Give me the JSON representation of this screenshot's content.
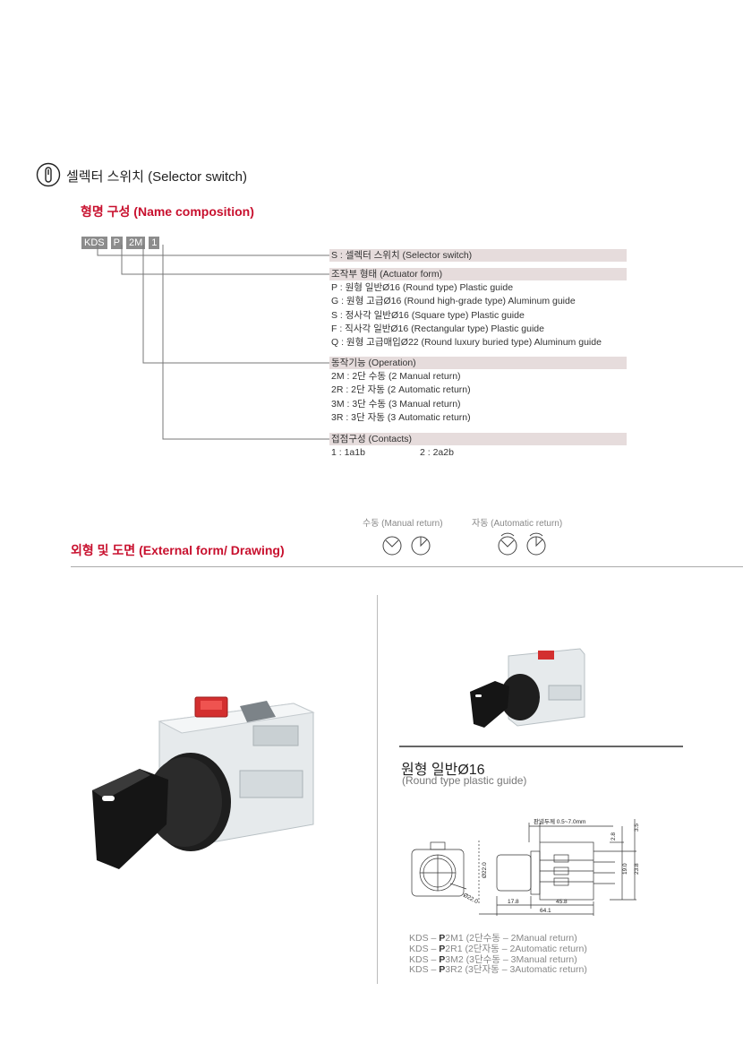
{
  "header": {
    "title": "셀렉터 스위치 (Selector switch)",
    "icon": "selector-switch-icon"
  },
  "name_composition": {
    "heading": "형명 구성 (Name composition)",
    "code_parts": [
      "KDS",
      "P",
      "2M",
      "1"
    ],
    "groups": [
      {
        "band": "S : 셀렉터 스위치 (Selector switch)",
        "options": []
      },
      {
        "band": "조작부 형태 (Actuator form)",
        "options": [
          "P : 원형 일반Ø16 (Round type) Plastic guide",
          "G : 원형 고급Ø16 (Round high-grade type) Aluminum guide",
          "S : 정사각 일반Ø16 (Square type) Plastic guide",
          "F : 직사각 일반Ø16 (Rectangular type) Plastic guide",
          "Q : 원형 고급매입Ø22 (Round luxury buried type) Aluminum guide"
        ]
      },
      {
        "band": "동작기능 (Operation)",
        "options": [
          "2M : 2단 수동 (2 Manual return)",
          "2R : 2단 자동 (2 Automatic return)",
          "3M : 3단 수동 (3 Manual return)",
          "3R : 3단 자동 (3 Automatic return)"
        ]
      },
      {
        "band": "접점구성 (Contacts)",
        "options": [
          "1 : 1a1b",
          "2 : 2a2b"
        ]
      }
    ]
  },
  "legend": {
    "manual": "수동 (Manual return)",
    "automatic": "자동 (Automatic return)"
  },
  "external": {
    "heading": "외형 및 도면 (External form/ Drawing)"
  },
  "product": {
    "title": "원형 일반Ø16",
    "subtitle": "(Round type plastic guide)",
    "drawing": {
      "panel_thickness": "판넬두께 0.5~7.0mm",
      "dims": [
        "Ø22.0",
        "Ø22.0",
        "17.8",
        "45.8",
        "64.1",
        "2.8",
        "3.5",
        "19.0",
        "23.8"
      ]
    },
    "models": [
      {
        "prefix": "KDS – ",
        "code": "P",
        "rest": "2M1 (2단수동 – 2Manual return)"
      },
      {
        "prefix": "KDS – ",
        "code": "P",
        "rest": "2R1 (2단자동 – 2Automatic return)"
      },
      {
        "prefix": "KDS – ",
        "code": "P",
        "rest": "3M2 (3단수동 – 3Manual return)"
      },
      {
        "prefix": "KDS – ",
        "code": "P",
        "rest": "3R2 (3단자동 – 3Automatic return)"
      }
    ]
  },
  "colors": {
    "accent": "#c8102e",
    "band": "#e6dcdc",
    "code_box": "#8c8c8c"
  }
}
